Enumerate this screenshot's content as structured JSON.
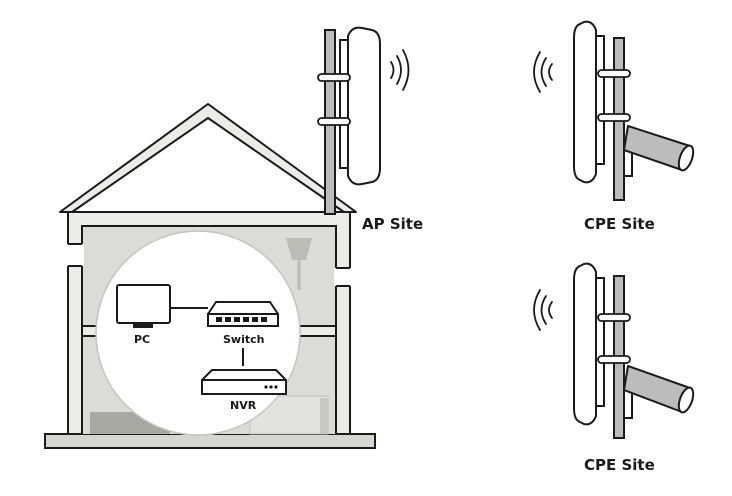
{
  "labels": {
    "ap_site": "AP Site",
    "cpe_site_1": "CPE Site",
    "cpe_site_2": "CPE Site",
    "pc": "PC",
    "switch": "Switch",
    "nvr": "NVR"
  },
  "colors": {
    "stroke": "#1a1a1a",
    "wall_fill": "#e9e9e6",
    "interior_fill": "#d9d8d2",
    "furniture": "#bdbcb4",
    "pole": "#bcbcbc",
    "white": "#ffffff"
  },
  "icons": [
    "house-icon",
    "antenna-icon",
    "wifi-signal-icon",
    "camera-icon",
    "pc-icon",
    "switch-icon",
    "nvr-icon"
  ]
}
